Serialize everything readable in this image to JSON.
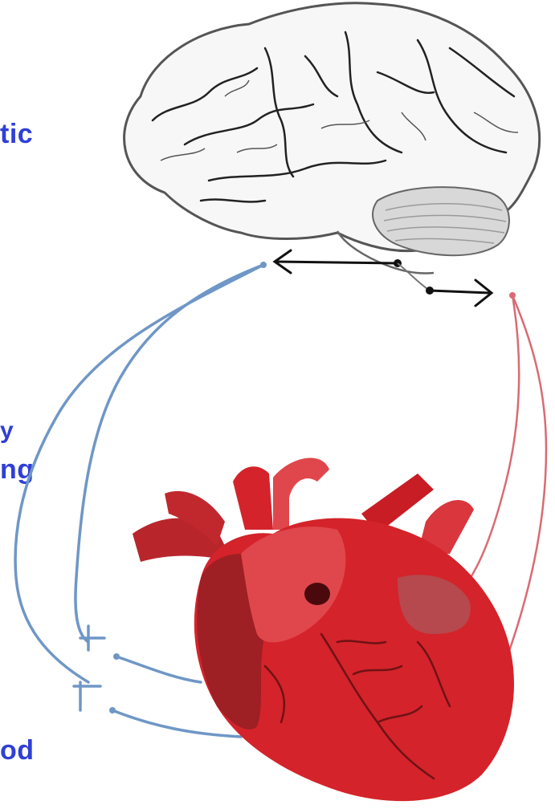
{
  "labels": {
    "top": "tic",
    "middle_upper": "y",
    "middle_lower": "ng",
    "bottom": "od"
  },
  "colors": {
    "label_text": "#2f3fd6",
    "afferent_nerve": "#6f97c6",
    "efferent_nerve": "#d96b72",
    "synapse": "#111111",
    "heart_main": "#d4232a",
    "heart_dark": "#9e1f24",
    "heart_light": "#e0474c"
  },
  "icons": {
    "brain": "brain-icon",
    "heart": "heart-icon"
  }
}
